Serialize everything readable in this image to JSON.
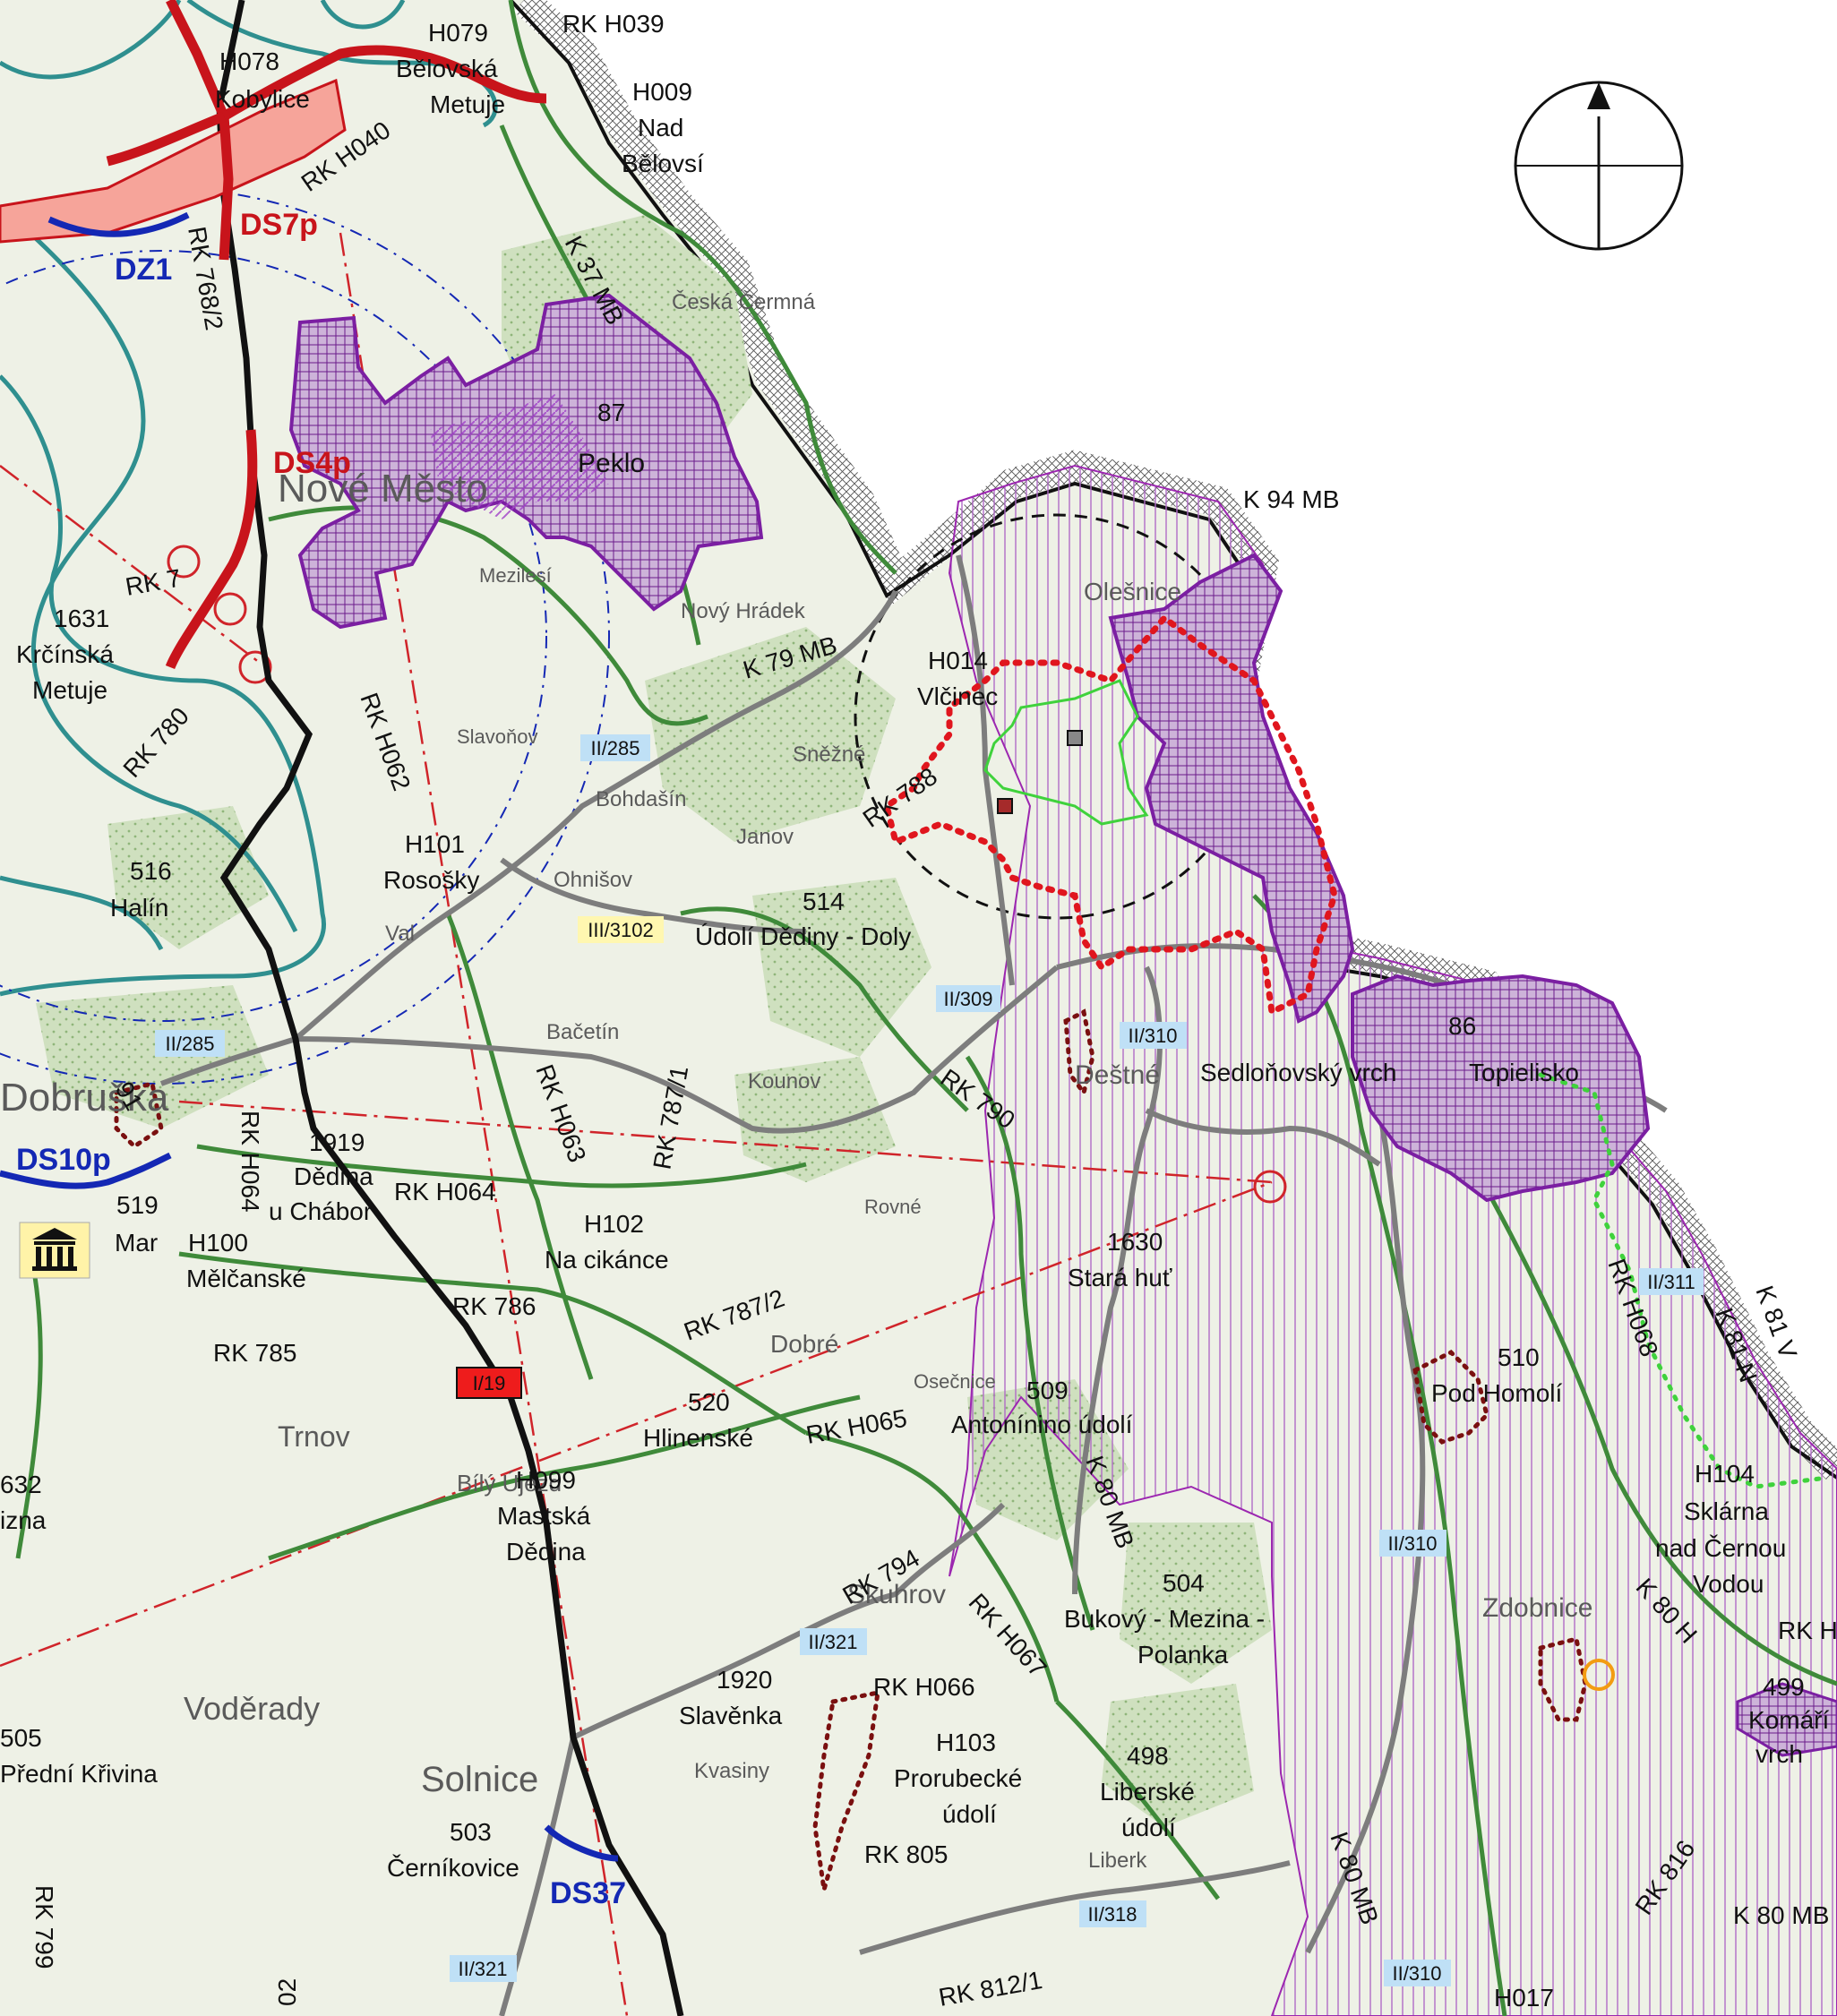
{
  "colors": {
    "background": "#eef1e6",
    "forest": "#cfe0bf",
    "corridor_green": "#3f8a3a",
    "road_grey": "#7d7d7d",
    "road_black": "#111111",
    "teal": "#2f8f8f",
    "purple": "#7b1fa2",
    "red_project": "#c8141b",
    "blue_project": "#1428b4",
    "road_badge_blue": "#bfe0f6",
    "road_badge_yellow": "#fff7b0",
    "road_badge_red": "#ee1c1c"
  },
  "projects": {
    "ds7p": "DS7p",
    "ds4p": "DS4p",
    "dz1": "DZ1",
    "ds10p": "DS10p",
    "ds37": "DS37"
  },
  "roads": {
    "r1": "II/285",
    "r2": "III/3102",
    "r3": "II/309",
    "r4": "II/310",
    "r5": "II/285",
    "r6": "I/19",
    "r7": "II/321",
    "r8": "II/310",
    "r9": "II/318",
    "r10": "II/310",
    "r11": "II/321",
    "r12": "II/311"
  },
  "labels": {
    "rk_h039": "RK H039",
    "h009": "H009",
    "nad": "Nad",
    "belovsi": "Bělovsí",
    "h078": "H078",
    "kobylice": "Kobylice",
    "h079": "H079",
    "belovska": "Bělovská",
    "metuje_top": "Metuje",
    "rk_h040": "RK H040",
    "k37mb": "K 37 MB",
    "rk768_2": "RK 768/2",
    "n87": "87",
    "reklo": "Peklo",
    "k94mb": "K 94 MB",
    "k79mb": "K 79 MB",
    "h014": "H014",
    "vlcinec": "Vlčinec",
    "rk788": "RK 788",
    "n1631": "1631",
    "krcinska": "Krčínská",
    "metuje": "Metuje",
    "rk780": "RK 780",
    "rk_h062": "RK H062",
    "h101": "H101",
    "rososky": "Rosošky",
    "n516": "516",
    "halin": "Halín",
    "n514": "514",
    "udoli_dediny": "Údolí Dědiny - Doly",
    "rk790": "RK 790",
    "n86": "86",
    "sedlonovsky": "Sedloňovský vrch",
    "topielisko": "Topielisko",
    "rk_h063": "RK H063",
    "rk787_1": "RK 787/1",
    "n1919": "1919",
    "dedina_u": "Dědina",
    "u_chabor": "u Chábor",
    "rk_h064": "RK H064",
    "rk_h064_v": "RK H064",
    "n519": "519",
    "mel_mar": "Mar",
    "h100": "H100",
    "melcanske": "Mělčanské",
    "h102": "H102",
    "na_cikance": "Na cikánce",
    "n1630": "1630",
    "stara_hut": "Stará huť",
    "rk_h068": "RK H068",
    "k81n": "K 81 N",
    "k81v": "K 81 V",
    "rk786": "RK 786",
    "rk785": "RK 785",
    "rk787_2": "RK 787/2",
    "n510": "510",
    "pod_homoli": "Pod Homolí",
    "n520": "520",
    "hlinenske": "Hlinenské",
    "rk_h065": "RK H065",
    "n509": "509",
    "antoninino": "Antonínino údolí",
    "k80mb": "K 80 MB",
    "h104": "H104",
    "sklarna": "Sklárna",
    "nad_cernou": "nad Černou",
    "vodou": "Vodou",
    "n632": "632",
    "izna": "izna",
    "h099": "H099",
    "mastska": "Mastská",
    "dedina": "Dědina",
    "rk794": "RK 794",
    "rk_h067": "RK H067",
    "n504": "504",
    "bukovy": "Bukový - Mezina -",
    "polanka": "Polanka",
    "k80h": "K 80 H",
    "rk_h_right": "RK H",
    "n1920": "1920",
    "slavenka": "Slavěnka",
    "rk_h066": "RK H066",
    "n499": "499",
    "komarsky": "Komáří",
    "vrch": "vrch",
    "n505": "505",
    "predni_krivina": "Přední Křivina",
    "h103": "H103",
    "prorubecke": "Prorubecké",
    "udoli_p": "údolí",
    "n498": "498",
    "liberske": "Liberské",
    "udoli_l": "údolí",
    "n503": "503",
    "cernikovice": "Černíkovice",
    "rk805": "RK 805",
    "k80mb_b": "K 80 MB",
    "rk816": "RK 816",
    "k80mb_r": "K 80 MB",
    "rk812": "RK 812/1",
    "rk799": "RK 799",
    "h017": "H017",
    "n02": "02",
    "rk_left_7": "RK 7",
    "n91": "91"
  },
  "towns": {
    "nove_mesto": "Nové Město",
    "dobruska": "Dobruška",
    "solnice": "Solnice",
    "voderady": "Voděrady",
    "trnov": "Trnov",
    "skuhrov": "Skuhrov",
    "zdobnice": "Zdobnice",
    "olesnice": "Olešnice",
    "destne": "Deštné",
    "ceska_cermna": "Česká Čermná",
    "novy_hradek": "Nový Hrádek",
    "snezne": "Sněžné",
    "bohdasin": "Bohdašín",
    "janov": "Janov",
    "ohnisov": "Ohnišov",
    "val": "Val",
    "bacetin": "Bačetín",
    "kounov": "Kounov",
    "dobre": "Dobré",
    "ujezd": "Bílý Újezd",
    "kvasiny": "Kvasiny",
    "liberk": "Liberk",
    "rovne": "Rovné",
    "oseckna": "Osečnice",
    "slavonov": "Slavoňov",
    "mezilesi": "Mezilesí"
  },
  "compass": {
    "symbol": "north-arrow"
  },
  "monument": {
    "symbol": "museum-icon"
  }
}
